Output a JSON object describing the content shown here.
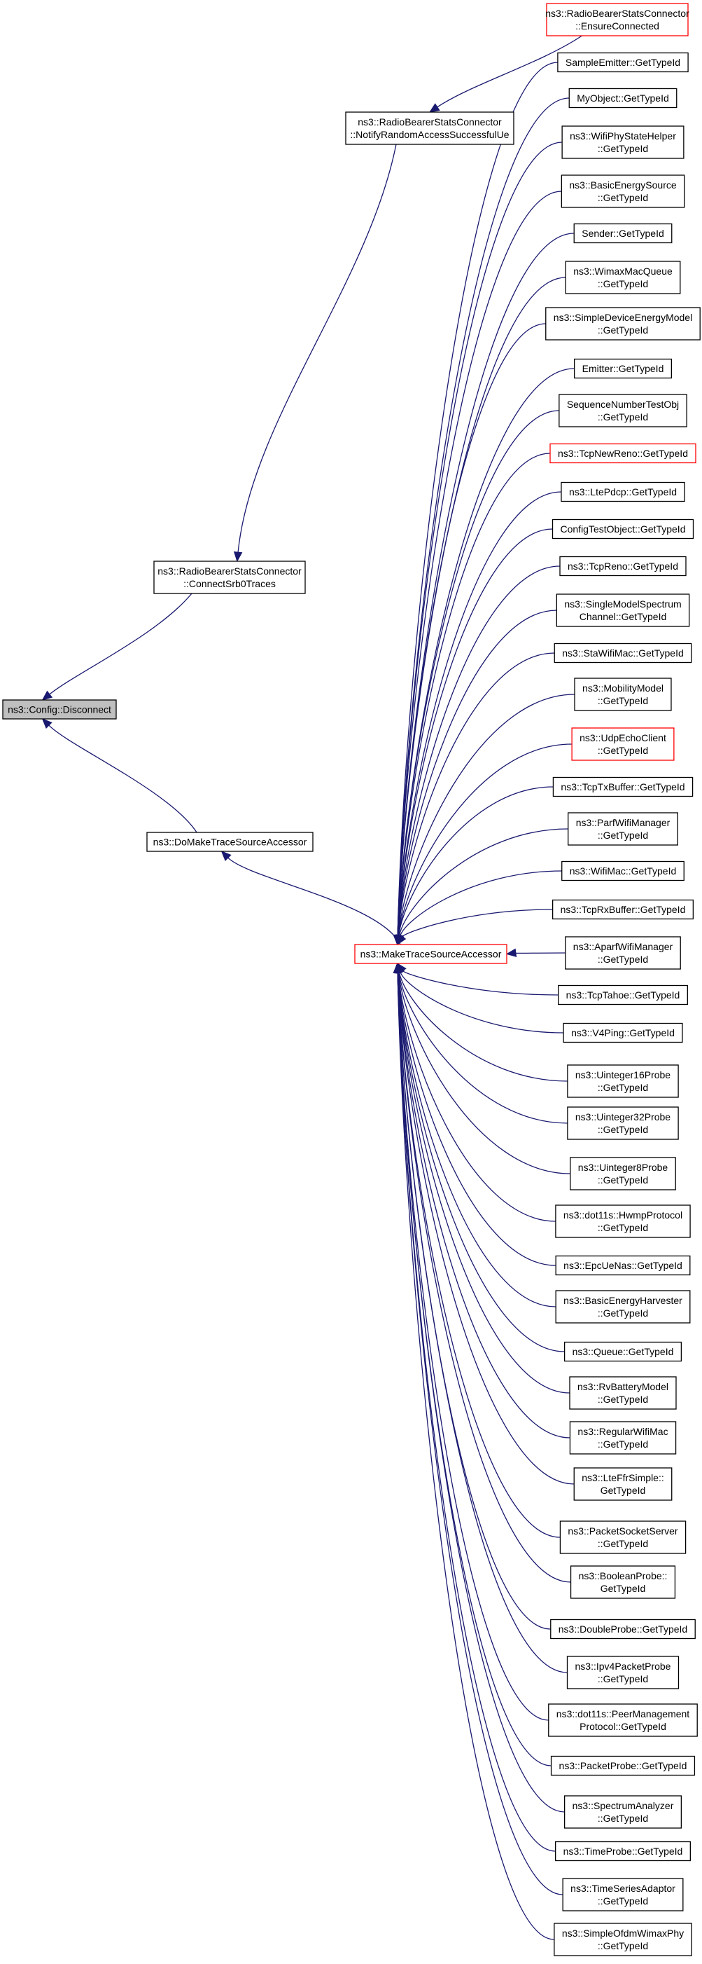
{
  "graph": {
    "edge_color": "#191970",
    "highlight_border_color": "#ff0000",
    "root_fill_color": "#bfbfbf",
    "nodes": [
      {
        "id": "n0",
        "lines": [
          "ns3::Config::Disconnect"
        ],
        "style": "root"
      },
      {
        "id": "n1",
        "lines": [
          "ns3::RadioBearerStatsConnector",
          "::ConnectSrb0Traces"
        ],
        "style": "normal"
      },
      {
        "id": "n2",
        "lines": [
          "ns3::RadioBearerStatsConnector",
          "::NotifyRandomAccessSuccessfulUe"
        ],
        "style": "normal"
      },
      {
        "id": "n3",
        "lines": [
          "ns3::RadioBearerStatsConnector",
          "::EnsureConnected"
        ],
        "style": "red"
      },
      {
        "id": "n4",
        "lines": [
          "ns3::DoMakeTraceSourceAccessor"
        ],
        "style": "normal"
      },
      {
        "id": "n5",
        "lines": [
          "ns3::MakeTraceSourceAccessor"
        ],
        "style": "red"
      },
      {
        "id": "c0",
        "lines": [
          "SampleEmitter::GetTypeId"
        ],
        "style": "normal"
      },
      {
        "id": "c1",
        "lines": [
          "MyObject::GetTypeId"
        ],
        "style": "normal"
      },
      {
        "id": "c2",
        "lines": [
          "ns3::WifiPhyStateHelper",
          "::GetTypeId"
        ],
        "style": "normal"
      },
      {
        "id": "c3",
        "lines": [
          "ns3::BasicEnergySource",
          "::GetTypeId"
        ],
        "style": "normal"
      },
      {
        "id": "c4",
        "lines": [
          "Sender::GetTypeId"
        ],
        "style": "normal"
      },
      {
        "id": "c5",
        "lines": [
          "ns3::WimaxMacQueue",
          "::GetTypeId"
        ],
        "style": "normal"
      },
      {
        "id": "c6",
        "lines": [
          "ns3::SimpleDeviceEnergyModel",
          "::GetTypeId"
        ],
        "style": "normal"
      },
      {
        "id": "c7",
        "lines": [
          "Emitter::GetTypeId"
        ],
        "style": "normal"
      },
      {
        "id": "c8",
        "lines": [
          "SequenceNumberTestObj",
          "::GetTypeId"
        ],
        "style": "normal"
      },
      {
        "id": "c9",
        "lines": [
          "ns3::TcpNewReno::GetTypeId"
        ],
        "style": "red"
      },
      {
        "id": "c10",
        "lines": [
          "ns3::LtePdcp::GetTypeId"
        ],
        "style": "normal"
      },
      {
        "id": "c11",
        "lines": [
          "ConfigTestObject::GetTypeId"
        ],
        "style": "normal"
      },
      {
        "id": "c12",
        "lines": [
          "ns3::TcpReno::GetTypeId"
        ],
        "style": "normal"
      },
      {
        "id": "c13",
        "lines": [
          "ns3::SingleModelSpectrum",
          "Channel::GetTypeId"
        ],
        "style": "normal"
      },
      {
        "id": "c14",
        "lines": [
          "ns3::StaWifiMac::GetTypeId"
        ],
        "style": "normal"
      },
      {
        "id": "c15",
        "lines": [
          "ns3::MobilityModel",
          "::GetTypeId"
        ],
        "style": "normal"
      },
      {
        "id": "c16",
        "lines": [
          "ns3::UdpEchoClient",
          "::GetTypeId"
        ],
        "style": "red"
      },
      {
        "id": "c17",
        "lines": [
          "ns3::TcpTxBuffer::GetTypeId"
        ],
        "style": "normal"
      },
      {
        "id": "c18",
        "lines": [
          "ns3::ParfWifiManager",
          "::GetTypeId"
        ],
        "style": "normal"
      },
      {
        "id": "c19",
        "lines": [
          "ns3::WifiMac::GetTypeId"
        ],
        "style": "normal"
      },
      {
        "id": "c20",
        "lines": [
          "ns3::TcpRxBuffer::GetTypeId"
        ],
        "style": "normal"
      },
      {
        "id": "c21",
        "lines": [
          "ns3::AparfWifiManager",
          "::GetTypeId"
        ],
        "style": "normal"
      },
      {
        "id": "c22",
        "lines": [
          "ns3::TcpTahoe::GetTypeId"
        ],
        "style": "normal"
      },
      {
        "id": "c23",
        "lines": [
          "ns3::V4Ping::GetTypeId"
        ],
        "style": "normal"
      },
      {
        "id": "c24",
        "lines": [
          "ns3::Uinteger16Probe",
          "::GetTypeId"
        ],
        "style": "normal"
      },
      {
        "id": "c25",
        "lines": [
          "ns3::Uinteger32Probe",
          "::GetTypeId"
        ],
        "style": "normal"
      },
      {
        "id": "c26",
        "lines": [
          "ns3::Uinteger8Probe",
          "::GetTypeId"
        ],
        "style": "normal"
      },
      {
        "id": "c27",
        "lines": [
          "ns3::dot11s::HwmpProtocol",
          "::GetTypeId"
        ],
        "style": "normal"
      },
      {
        "id": "c28",
        "lines": [
          "ns3::EpcUeNas::GetTypeId"
        ],
        "style": "normal"
      },
      {
        "id": "c29",
        "lines": [
          "ns3::BasicEnergyHarvester",
          "::GetTypeId"
        ],
        "style": "normal"
      },
      {
        "id": "c30",
        "lines": [
          "ns3::Queue::GetTypeId"
        ],
        "style": "normal"
      },
      {
        "id": "c31",
        "lines": [
          "ns3::RvBatteryModel",
          "::GetTypeId"
        ],
        "style": "normal"
      },
      {
        "id": "c32",
        "lines": [
          "ns3::RegularWifiMac",
          "::GetTypeId"
        ],
        "style": "normal"
      },
      {
        "id": "c33",
        "lines": [
          "ns3::LteFfrSimple::",
          "GetTypeId"
        ],
        "style": "normal"
      },
      {
        "id": "c34",
        "lines": [
          "ns3::PacketSocketServer",
          "::GetTypeId"
        ],
        "style": "normal"
      },
      {
        "id": "c35",
        "lines": [
          "ns3::BooleanProbe::",
          "GetTypeId"
        ],
        "style": "normal"
      },
      {
        "id": "c36",
        "lines": [
          "ns3::DoubleProbe::GetTypeId"
        ],
        "style": "normal"
      },
      {
        "id": "c37",
        "lines": [
          "ns3::Ipv4PacketProbe",
          "::GetTypeId"
        ],
        "style": "normal"
      },
      {
        "id": "c38",
        "lines": [
          "ns3::dot11s::PeerManagement",
          "Protocol::GetTypeId"
        ],
        "style": "normal"
      },
      {
        "id": "c39",
        "lines": [
          "ns3::PacketProbe::GetTypeId"
        ],
        "style": "normal"
      },
      {
        "id": "c40",
        "lines": [
          "ns3::SpectrumAnalyzer",
          "::GetTypeId"
        ],
        "style": "normal"
      },
      {
        "id": "c41",
        "lines": [
          "ns3::TimeProbe::GetTypeId"
        ],
        "style": "normal"
      },
      {
        "id": "c42",
        "lines": [
          "ns3::TimeSeriesAdaptor",
          "::GetTypeId"
        ],
        "style": "normal"
      },
      {
        "id": "c43",
        "lines": [
          "ns3::SimpleOfdmWimaxPhy",
          "::GetTypeId"
        ],
        "style": "normal"
      }
    ],
    "edges": [
      {
        "from": "n1",
        "to": "n0"
      },
      {
        "from": "n2",
        "to": "n1"
      },
      {
        "from": "n3",
        "to": "n2"
      },
      {
        "from": "n4",
        "to": "n0"
      },
      {
        "from": "n5",
        "to": "n4"
      },
      {
        "from": "c0",
        "to": "n5"
      },
      {
        "from": "c1",
        "to": "n5"
      },
      {
        "from": "c2",
        "to": "n5"
      },
      {
        "from": "c3",
        "to": "n5"
      },
      {
        "from": "c4",
        "to": "n5"
      },
      {
        "from": "c5",
        "to": "n5"
      },
      {
        "from": "c6",
        "to": "n5"
      },
      {
        "from": "c7",
        "to": "n5"
      },
      {
        "from": "c8",
        "to": "n5"
      },
      {
        "from": "c9",
        "to": "n5"
      },
      {
        "from": "c10",
        "to": "n5"
      },
      {
        "from": "c11",
        "to": "n5"
      },
      {
        "from": "c12",
        "to": "n5"
      },
      {
        "from": "c13",
        "to": "n5"
      },
      {
        "from": "c14",
        "to": "n5"
      },
      {
        "from": "c15",
        "to": "n5"
      },
      {
        "from": "c16",
        "to": "n5"
      },
      {
        "from": "c17",
        "to": "n5"
      },
      {
        "from": "c18",
        "to": "n5"
      },
      {
        "from": "c19",
        "to": "n5"
      },
      {
        "from": "c20",
        "to": "n5"
      },
      {
        "from": "c21",
        "to": "n5"
      },
      {
        "from": "c22",
        "to": "n5"
      },
      {
        "from": "c23",
        "to": "n5"
      },
      {
        "from": "c24",
        "to": "n5"
      },
      {
        "from": "c25",
        "to": "n5"
      },
      {
        "from": "c26",
        "to": "n5"
      },
      {
        "from": "c27",
        "to": "n5"
      },
      {
        "from": "c28",
        "to": "n5"
      },
      {
        "from": "c29",
        "to": "n5"
      },
      {
        "from": "c30",
        "to": "n5"
      },
      {
        "from": "c31",
        "to": "n5"
      },
      {
        "from": "c32",
        "to": "n5"
      },
      {
        "from": "c33",
        "to": "n5"
      },
      {
        "from": "c34",
        "to": "n5"
      },
      {
        "from": "c35",
        "to": "n5"
      },
      {
        "from": "c36",
        "to": "n5"
      },
      {
        "from": "c37",
        "to": "n5"
      },
      {
        "from": "c38",
        "to": "n5"
      },
      {
        "from": "c39",
        "to": "n5"
      },
      {
        "from": "c40",
        "to": "n5"
      },
      {
        "from": "c41",
        "to": "n5"
      },
      {
        "from": "c42",
        "to": "n5"
      },
      {
        "from": "c43",
        "to": "n5"
      }
    ]
  }
}
